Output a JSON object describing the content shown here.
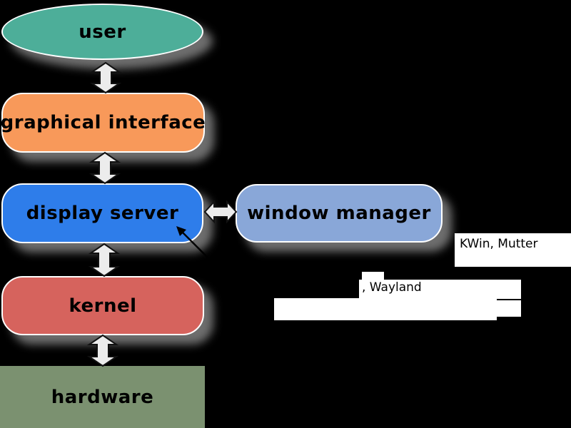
{
  "diagram": {
    "title": "display server and window manager layers diagram",
    "background_color": "#000000",
    "nodes": [
      {
        "id": "user",
        "label": "user",
        "shape": "ellipse",
        "color": "#4dae99"
      },
      {
        "id": "graphical-interface",
        "label": "graphical interface",
        "shape": "rounded-rect",
        "color": "#f8995a"
      },
      {
        "id": "display-server",
        "label": "display server",
        "shape": "rounded-rect",
        "color": "#2e7dea"
      },
      {
        "id": "window-manager",
        "label": "window manager",
        "shape": "rounded-rect",
        "color": "#89a7d8"
      },
      {
        "id": "kernel",
        "label": "kernel",
        "shape": "rounded-rect",
        "color": "#d6635d"
      },
      {
        "id": "hardware",
        "label": "hardware",
        "shape": "rect",
        "color": "#7b9170"
      }
    ],
    "annotations": {
      "window_manager_examples": "KWin, Mutter",
      "display_server_examples": ", Wayland"
    },
    "arrows": [
      {
        "id": "user-gui",
        "type": "double-vertical",
        "fill": "#ececec"
      },
      {
        "id": "gui-display-server",
        "type": "double-vertical",
        "fill": "#ececec"
      },
      {
        "id": "display-server-kernel",
        "type": "double-vertical",
        "fill": "#ececec"
      },
      {
        "id": "kernel-hardware",
        "type": "double-vertical",
        "fill": "#ececec"
      },
      {
        "id": "display-server-window-manager",
        "type": "double-horizontal",
        "fill": "#ececec"
      },
      {
        "id": "pointer-to-display-server",
        "type": "single-pointer",
        "color": "#000000"
      }
    ]
  }
}
